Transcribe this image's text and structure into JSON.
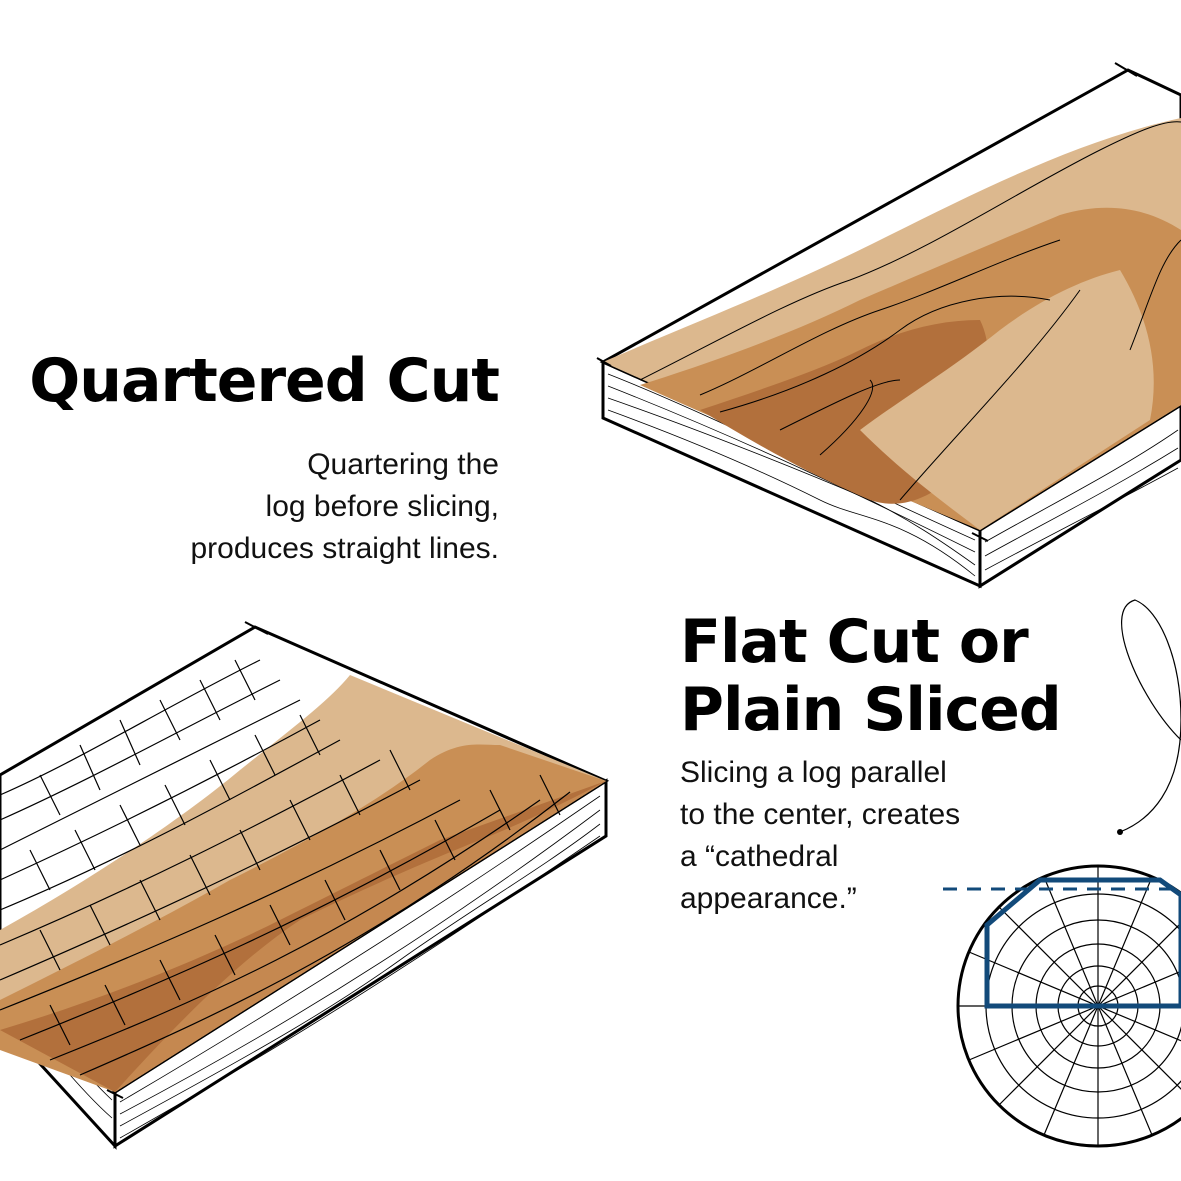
{
  "quartered": {
    "title": "Quartered Cut",
    "desc_lines": [
      "Quartering the",
      "log before slicing,",
      "produces straight lines."
    ]
  },
  "flat": {
    "title_lines": [
      "Flat Cut or",
      "Plain Sliced"
    ],
    "desc_lines": [
      "Slicing a log parallel",
      "to the center, creates",
      "a “cathedral",
      "appearance.”"
    ]
  },
  "colors": {
    "wood_light": "#dcb88e",
    "wood_mid": "#c98f55",
    "wood_dark": "#b2703c",
    "cut_line_blue": "#124a7a",
    "ink": "#000000"
  },
  "icons": [
    "quartered-board-illustration",
    "flat-board-illustration",
    "log-cross-section-icon"
  ]
}
